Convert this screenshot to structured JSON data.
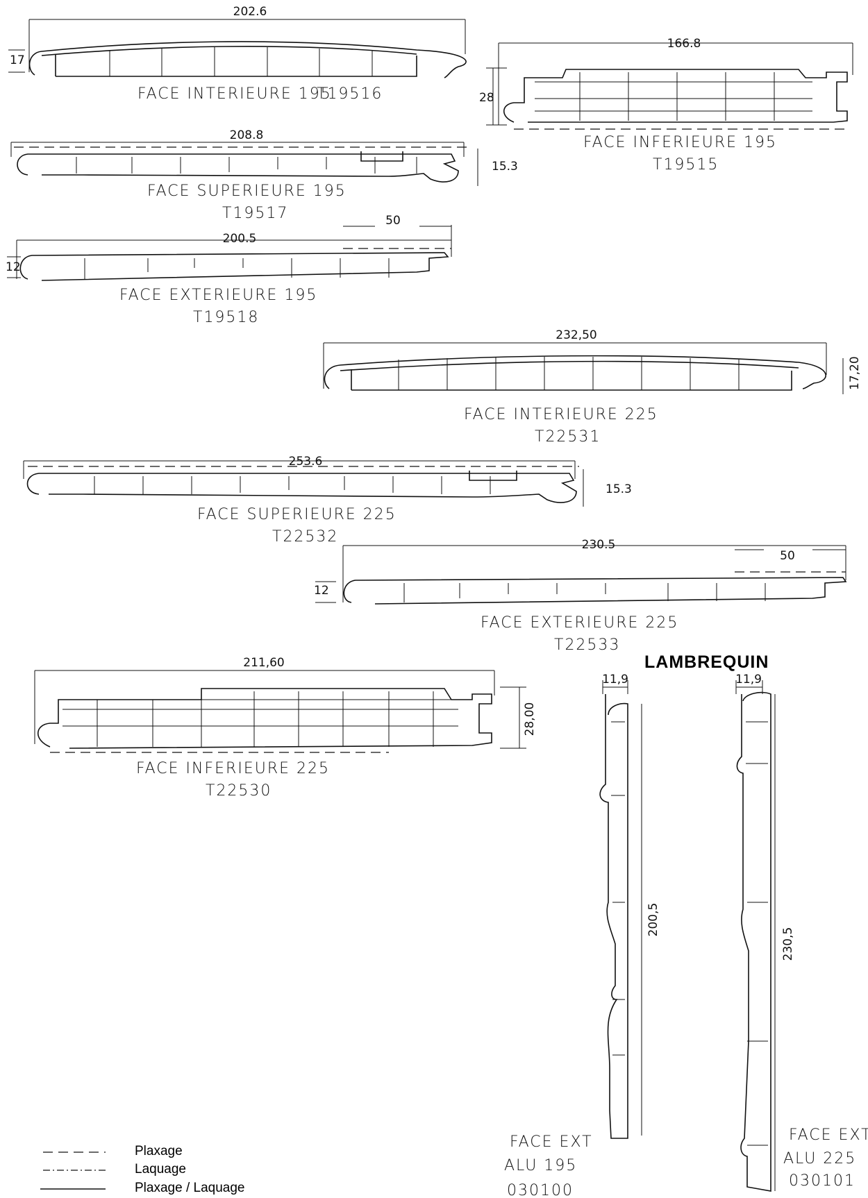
{
  "profiles": [
    {
      "dim": "202.6",
      "height": "17",
      "label": "FACE INTERIEURE 195",
      "ref": "T19516"
    },
    {
      "dim": "166.8",
      "height": "28",
      "label": "FACE INFERIEURE 195",
      "ref": "T19515"
    },
    {
      "dim": "208.8",
      "height": "15.3",
      "label": "FACE SUPERIEURE 195",
      "ref": "T19517"
    },
    {
      "dim": "200.5",
      "height": "12",
      "offset": "50",
      "label": "FACE EXTERIEURE 195",
      "ref": "T19518"
    },
    {
      "dim": "232,50",
      "height": "17,20",
      "label": "FACE INTERIEURE 225",
      "ref": "T22531"
    },
    {
      "dim": "253.6",
      "height": "15.3",
      "label": "FACE SUPERIEURE 225",
      "ref": "T22532"
    },
    {
      "dim": "230.5",
      "height": "12",
      "offset": "50",
      "label": "FACE EXTERIEURE 225",
      "ref": "T22533"
    },
    {
      "dim": "211,60",
      "height": "28,00",
      "label": "FACE INFERIEURE 225",
      "ref": "T22530"
    }
  ],
  "lambrequin": {
    "title": "LAMBREQUIN",
    "left": {
      "width": "11,9",
      "height": "200,5",
      "label": "FACE EXT",
      "sub": "ALU 195",
      "ref": "030100"
    },
    "right": {
      "width": "11,9",
      "height": "230,5",
      "label": "FACE EXT",
      "sub": "ALU 225",
      "ref": "030101"
    }
  },
  "legend": [
    {
      "style": "dashed",
      "label": "Plaxage"
    },
    {
      "style": "dash-dot",
      "label": "Laquage"
    },
    {
      "style": "solid",
      "label": "Plaxage / Laquage"
    }
  ]
}
